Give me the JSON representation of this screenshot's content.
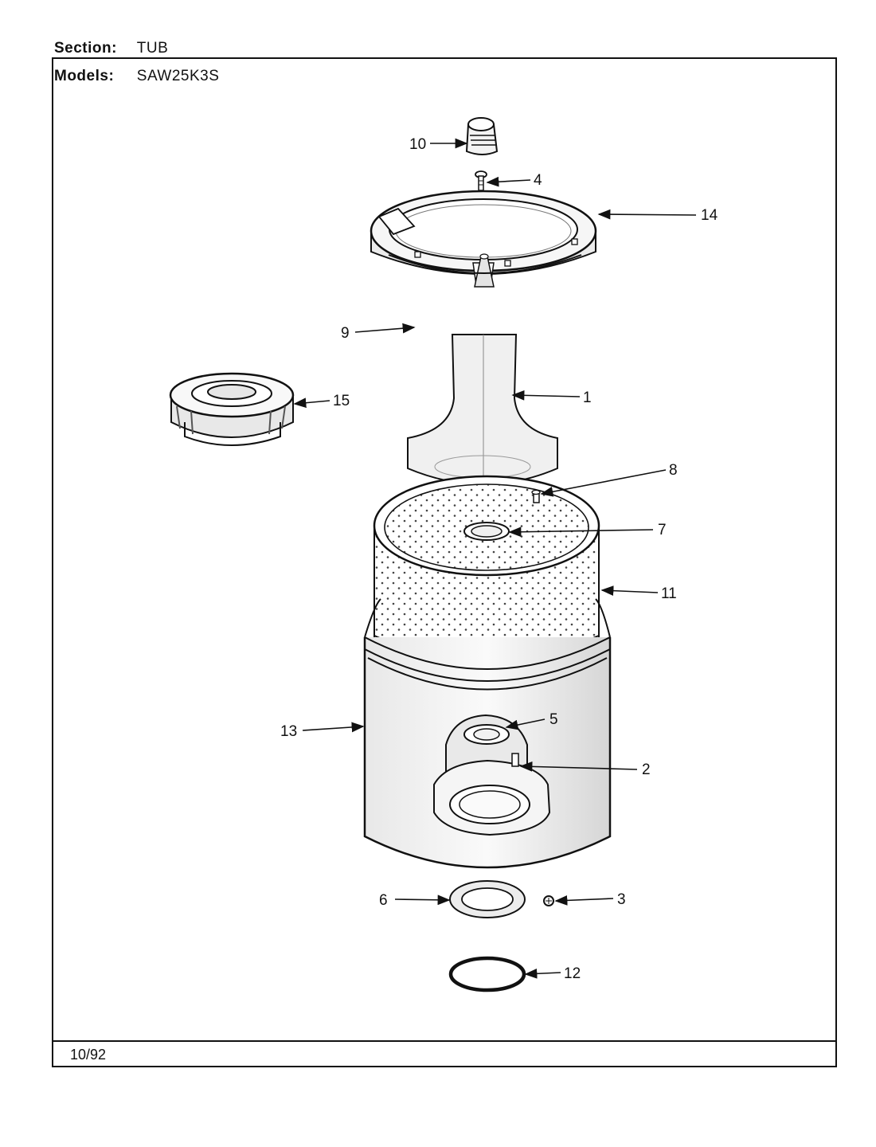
{
  "header": {
    "section_label": "Section:",
    "section_value": "TUB",
    "models_label": "Models:",
    "models_value": "SAW25K3S"
  },
  "callouts": {
    "c1": "1",
    "c2": "2",
    "c3": "3",
    "c4": "4",
    "c5": "5",
    "c6": "6",
    "c7": "7",
    "c8": "8",
    "c9": "9",
    "c10": "10",
    "c11": "11",
    "c12": "12",
    "c13": "13",
    "c14": "14",
    "c15": "15"
  },
  "footer": {
    "date": "10/92"
  }
}
